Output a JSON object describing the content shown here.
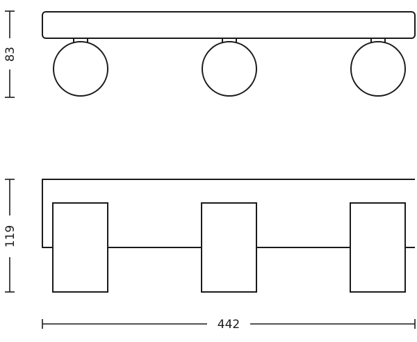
{
  "dimensions": {
    "height_top": "83",
    "height_front": "119",
    "width": "442"
  },
  "colors": {
    "stroke": "#1a1a1a",
    "background": "#ffffff"
  }
}
